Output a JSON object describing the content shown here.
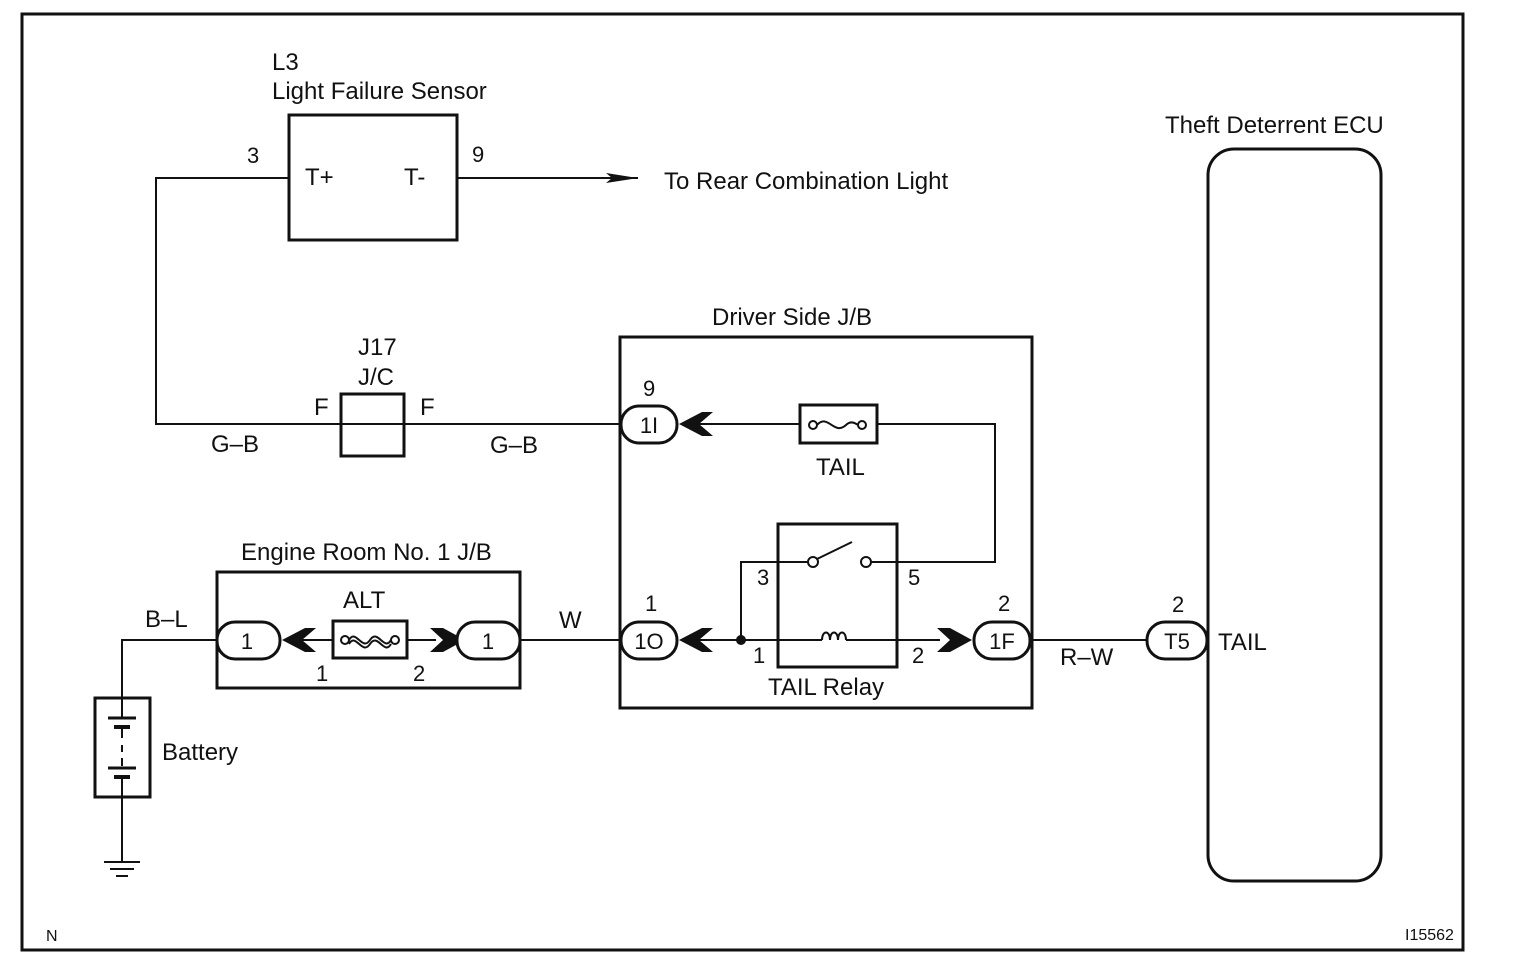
{
  "diagram": {
    "corner_left": "N",
    "corner_right": "I15562",
    "l3": {
      "code": "L3",
      "name": "Light Failure Sensor",
      "pin_left": "3",
      "pin_right": "9",
      "term_left": "T+",
      "term_right": "T-",
      "arrow_text": "To Rear Combination Light"
    },
    "j17": {
      "code": "J17",
      "name": "J/C",
      "pin_left": "F",
      "pin_right": "F"
    },
    "wires": {
      "gb_left": "G–B",
      "gb_right": "G–B",
      "bl": "B–L",
      "w": "W",
      "rw": "R–W"
    },
    "driver_jb": {
      "title": "Driver Side J/B",
      "conn_1i": "1I",
      "conn_1i_pin": "9",
      "conn_1o": "1O",
      "conn_1o_pin": "1",
      "conn_1f": "1F",
      "conn_1f_pin": "2",
      "tail_fuse": "TAIL",
      "relay_name": "TAIL Relay",
      "relay_pin_3": "3",
      "relay_pin_5": "5",
      "relay_pin_1": "1",
      "relay_pin_2": "2"
    },
    "engine_jb": {
      "title": "Engine Room No. 1 J/B",
      "fuse": "ALT",
      "conn_left": "1",
      "conn_right": "1",
      "pin_1": "1",
      "pin_2": "2"
    },
    "battery": "Battery",
    "ecu": {
      "title": "Theft Deterrent ECU",
      "connector": "T5",
      "pin": "2",
      "terminal": "TAIL"
    }
  }
}
